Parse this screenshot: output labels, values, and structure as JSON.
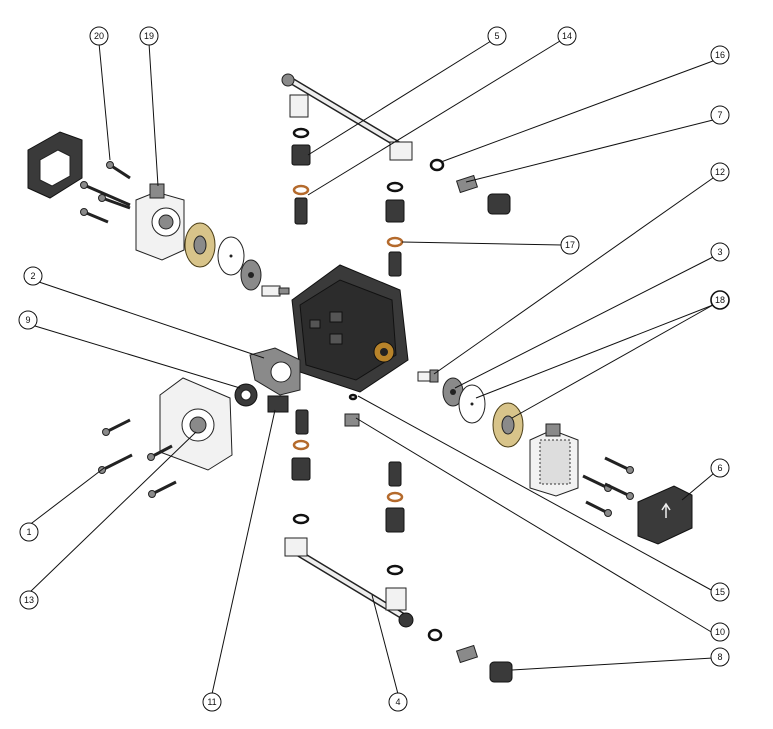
{
  "callouts": [
    {
      "id": "c1",
      "label": "1"
    },
    {
      "id": "c2",
      "label": "2"
    },
    {
      "id": "c3",
      "label": "3"
    },
    {
      "id": "c4",
      "label": "4"
    },
    {
      "id": "c5",
      "label": "5"
    },
    {
      "id": "c6",
      "label": "6"
    },
    {
      "id": "c7",
      "label": "7"
    },
    {
      "id": "c8",
      "label": "8"
    },
    {
      "id": "c9",
      "label": "9"
    },
    {
      "id": "c10",
      "label": "10"
    },
    {
      "id": "c11",
      "label": "11"
    },
    {
      "id": "c12",
      "label": "12"
    },
    {
      "id": "c13",
      "label": "13"
    },
    {
      "id": "c14",
      "label": "14"
    },
    {
      "id": "c15",
      "label": "15"
    },
    {
      "id": "c16",
      "label": "16"
    },
    {
      "id": "c17",
      "label": "17"
    },
    {
      "id": "c18",
      "label": "18"
    },
    {
      "id": "c19",
      "label": "19"
    },
    {
      "id": "c20",
      "label": "20"
    }
  ],
  "colors": {
    "line": "#111111",
    "part_dark": "#3a3a3a",
    "part_gold": "#d8c48a",
    "oring_copper": "#b46a2c"
  }
}
